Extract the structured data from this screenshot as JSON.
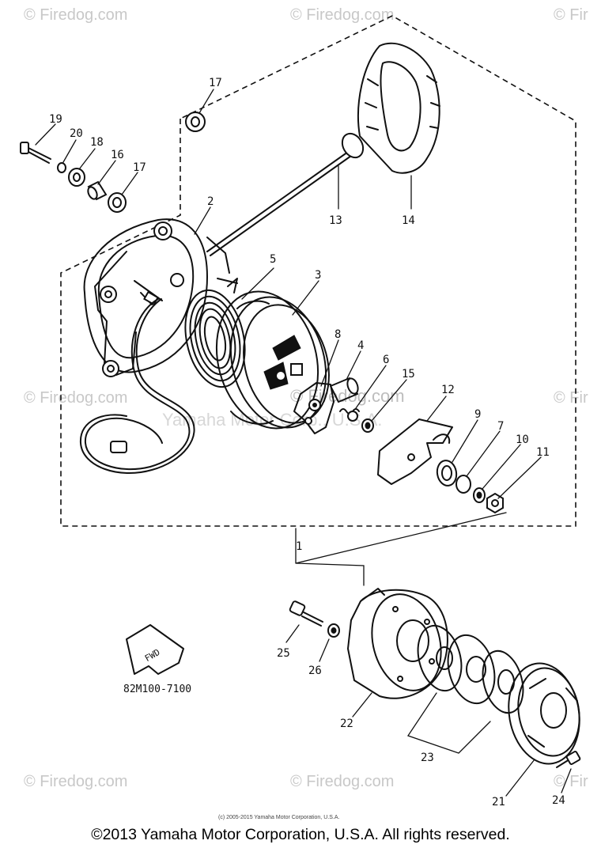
{
  "watermarks": {
    "brand": "© Firedog.com",
    "brand_short": "© Fir",
    "center": "© Firedog.com",
    "center_faint": "Yamaha Motor Corp., U.S.A."
  },
  "callouts": {
    "c1": "1",
    "c2": "2",
    "c3": "3",
    "c4": "4",
    "c5": "5",
    "c6": "6",
    "c7": "7",
    "c8": "8",
    "c9": "9",
    "c10": "10",
    "c11": "11",
    "c12": "12",
    "c13": "13",
    "c14": "14",
    "c15": "15",
    "c16": "16",
    "c17a": "17",
    "c17b": "17",
    "c18": "18",
    "c19": "19",
    "c20": "20",
    "c21": "21",
    "c22": "22",
    "c23": "23",
    "c24": "24",
    "c25": "25",
    "c26": "26"
  },
  "fwd_label": "FWD",
  "diagram_code": "82M100-7100",
  "small_copyright": "(c) 2005-2015 Yamaha Motor Corporation, U.S.A.",
  "copyright": "©2013 Yamaha Motor Corporation, U.S.A. All rights reserved."
}
